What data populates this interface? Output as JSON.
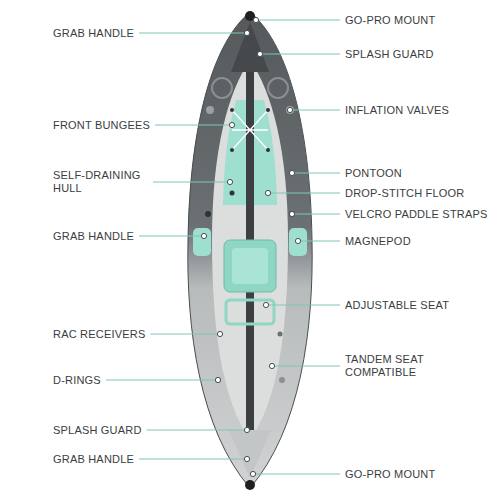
{
  "diagram": {
    "labels": [
      "GO-PRO MOUNT",
      "GRAB HANDLE",
      "SPLASH GUARD",
      "INFLATION VALVES",
      "FRONT BUNGEES",
      "PONTOON",
      "SELF-DRAINING HULL",
      "DROP-STITCH FLOOR",
      "VELCRO PADDLE STRAPS",
      "GRAB HANDLE",
      "MAGNEPOD",
      "ADJUSTABLE SEAT",
      "RAC RECEIVERS",
      "TANDEM SEAT COMPATIBLE",
      "D-RINGS",
      "SPLASH GUARD",
      "GRAB HANDLE",
      "GO-PRO MOUNT"
    ]
  }
}
